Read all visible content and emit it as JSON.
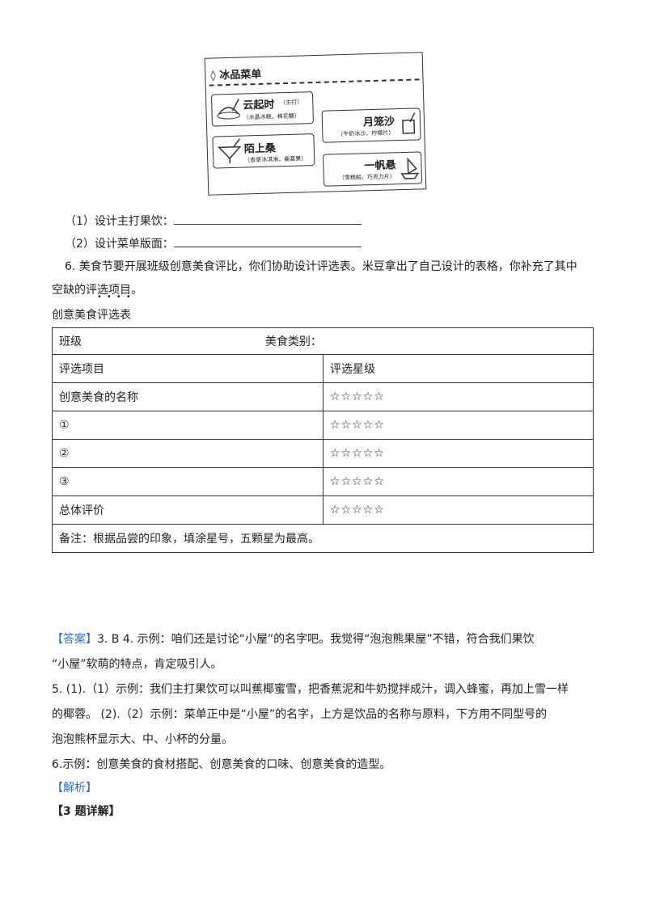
{
  "menu": {
    "header": "冰品菜单",
    "items": [
      {
        "name": "云起时",
        "tag": "（主打）",
        "sub": "（水晶冰糕、棉花糖）"
      },
      {
        "name": "月笼沙",
        "tag": "",
        "sub": "（牛奶冰沙、柠檬片）"
      },
      {
        "name": "陌上桑",
        "tag": "",
        "sub": "（香草冰淇淋、桑葚果）"
      },
      {
        "name": "一帆悬",
        "tag": "",
        "sub": "（雪糕船、巧克力片）"
      }
    ]
  },
  "q1": "（1）设计主打果饮：",
  "q2": "（2）设计菜单版面：",
  "q6_line1": "6.  美食节要开展班级创意美食评比，你们协助设计评选表。米豆拿出了自己设计的表格，你补充了其中",
  "q6_line2": "空缺的评选项目。",
  "table_title": "创意美食评选表",
  "table": {
    "class_label": "班级",
    "type_label": "美食类别：",
    "header_item": "评选项目",
    "header_stars": "评选星级",
    "rows": [
      {
        "item": "创意美食的名称",
        "stars": "☆☆☆☆☆"
      },
      {
        "item": "①",
        "stars": "☆☆☆☆☆"
      },
      {
        "item": "②",
        "stars": "☆☆☆☆☆"
      },
      {
        "item": "③",
        "stars": "☆☆☆☆☆"
      },
      {
        "item": "总体评价",
        "stars": "☆☆☆☆☆"
      }
    ],
    "note": "备注：根据品尝的印象，填涂星号，五颗星为最高。"
  },
  "answer": {
    "tag": "【答案】",
    "l1_rest": "3. B    4. 示例：咱们还是讨论“小屋”的名字吧。我觉得“泡泡熊果屋”不错，符合我们果饮",
    "l2": "“小屋”软萌的特点，肯定吸引人。",
    "l3": "5.    (1).（1）示例：我们主打果饮可以叫蕉椰蜜雪，把香蕉泥和牛奶搅拌成汁，调入蜂蜜，再加上雪一样",
    "l4": "的椰蓉。          (2).（2）示例：菜单正中是“小屋”的名字，上方是饮品的名称与原料，下方用不同型号的",
    "l5": "泡泡熊杯显示大、中、小杯的分量。",
    "l6": "6.示例：创意美食的食材搭配、创意美食的口味、创意美食的造型。"
  },
  "analysis": "【解析】",
  "detail": "【3 题详解】",
  "colors": {
    "accent": "#2e6fb5",
    "text": "#222222"
  }
}
